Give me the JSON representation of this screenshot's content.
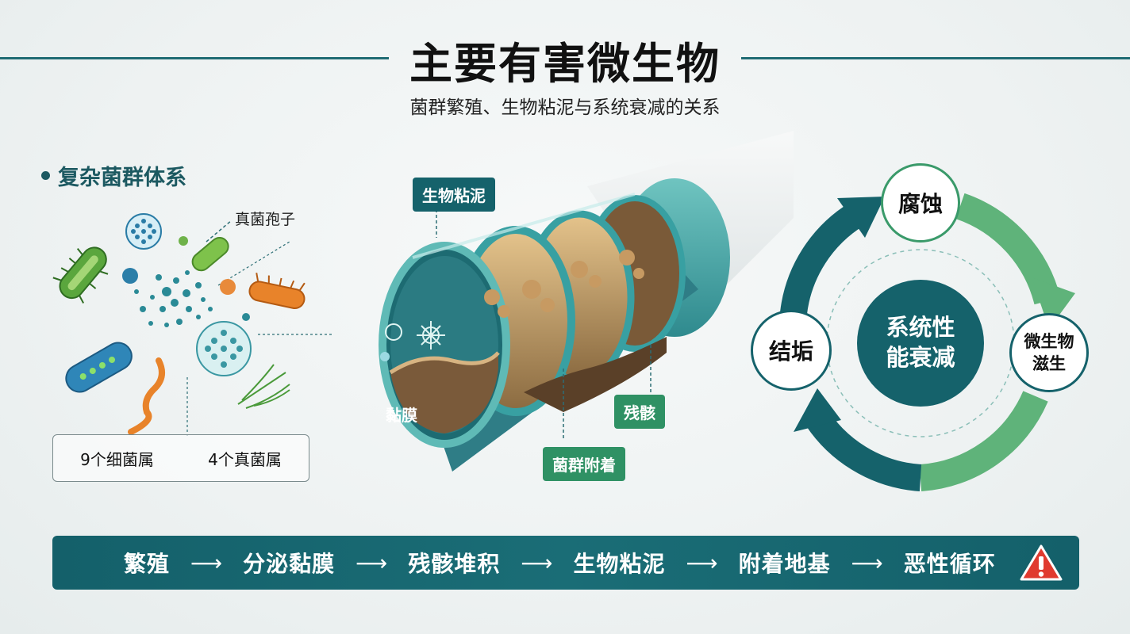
{
  "header": {
    "title": "主要有害微生物",
    "subtitle": "菌群繁殖、生物粘泥与系统衰减的关系"
  },
  "left_panel": {
    "section_title": "复杂菌群体系",
    "fungi_label": "真菌孢子",
    "bacteria_count": "9个细菌属",
    "fungi_count": "4个真菌属"
  },
  "pipe": {
    "slime_tag": "生物粘泥",
    "biofilm_label": "黏膜",
    "residue_tag": "残骸",
    "colony_tag": "菌群附着"
  },
  "cycle": {
    "center": [
      "系统性",
      "能衰减"
    ],
    "nodes": {
      "corrosion": "腐蚀",
      "growth": [
        "微生物",
        "滋生"
      ],
      "scaling": "结垢"
    }
  },
  "flow": {
    "steps": [
      "繁殖",
      "分泌黏膜",
      "残骸堆积",
      "生物粘泥",
      "附着地基",
      "恶性循环"
    ],
    "arrow": "⟶"
  },
  "colors": {
    "teal_dark": "#15626b",
    "green": "#2f9164",
    "green_light": "#5fb37a",
    "warning": "#e03a2f"
  },
  "icons": {
    "warning": "warning-triangle-icon"
  }
}
